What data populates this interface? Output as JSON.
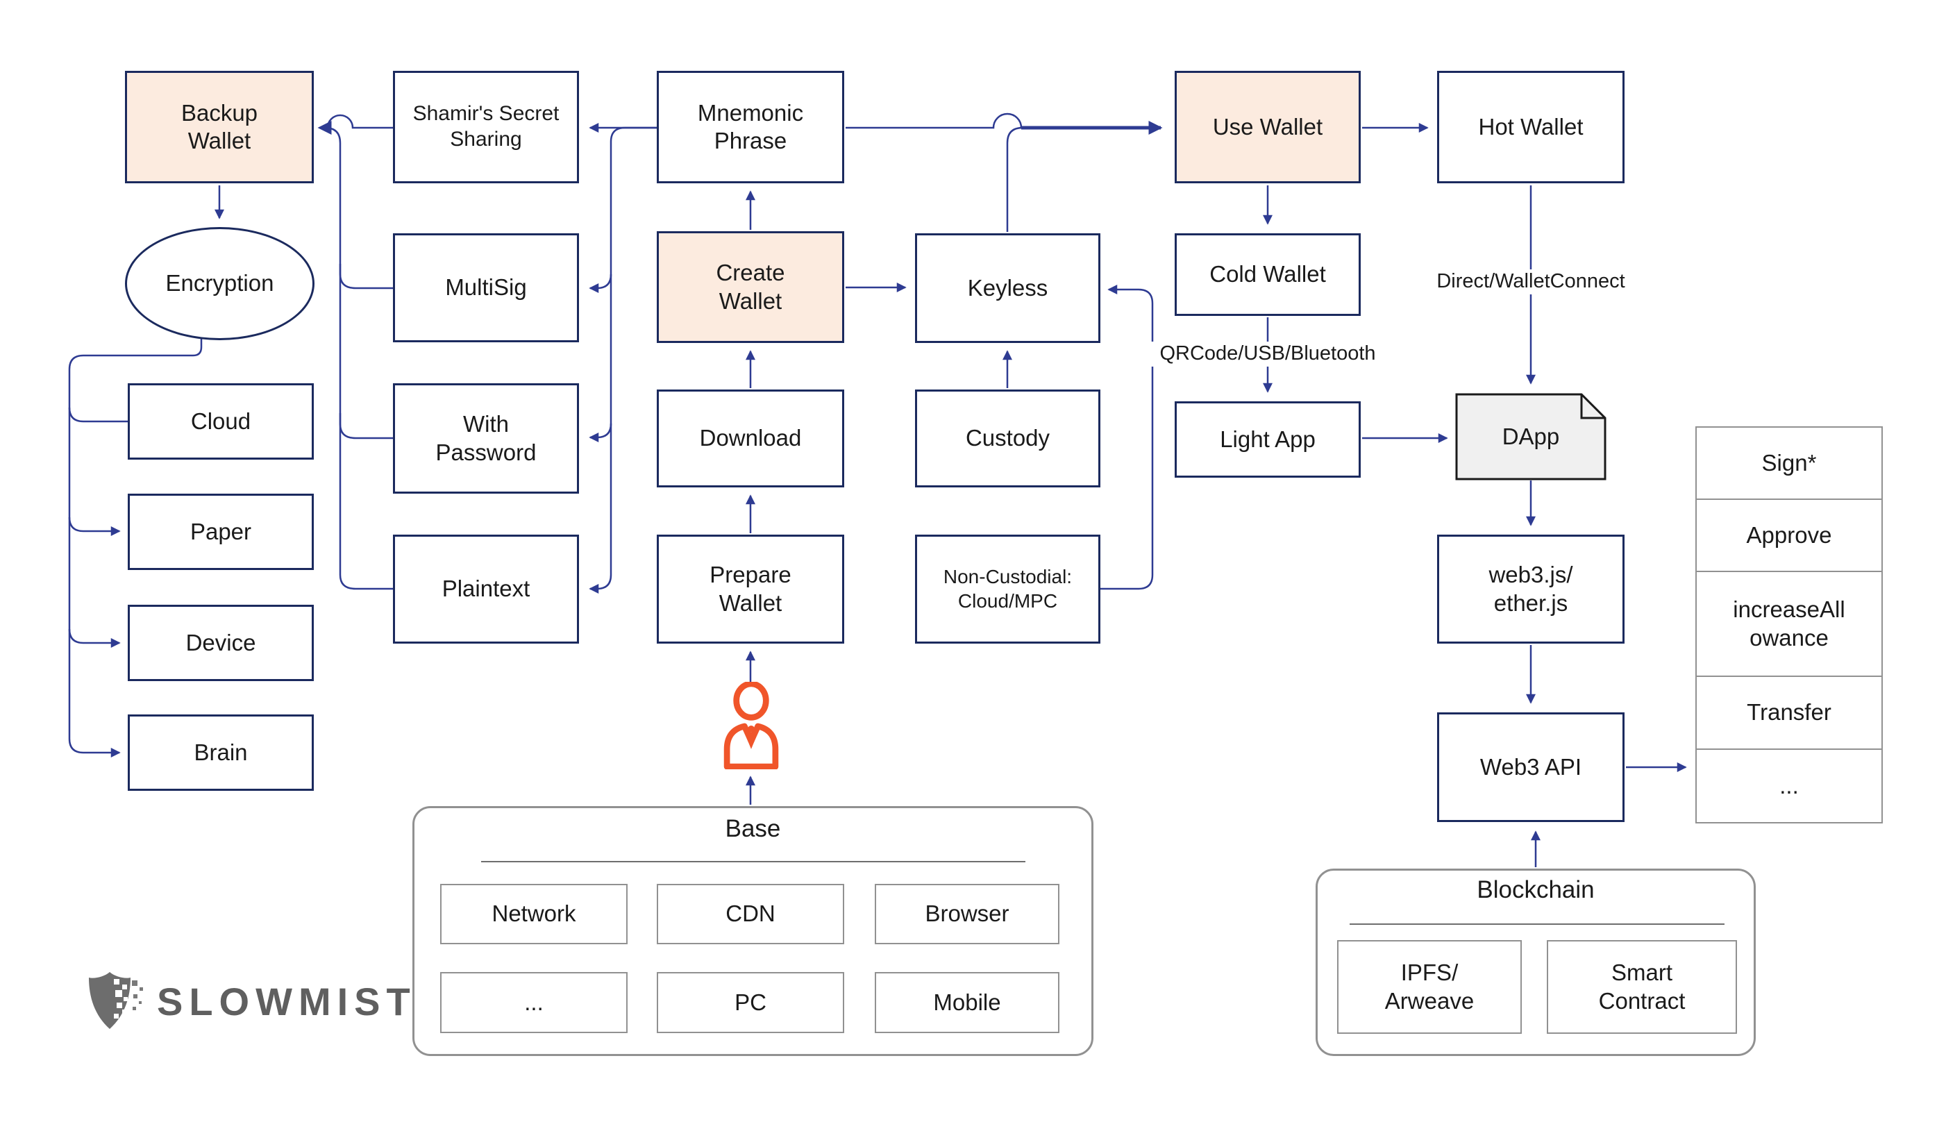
{
  "diagram": {
    "nodes": {
      "backup_wallet": {
        "label": "Backup\nWallet"
      },
      "shamirs_secret_sharing": {
        "label": "Shamir's Secret\nSharing"
      },
      "mnemonic_phrase": {
        "label": "Mnemonic\nPhrase"
      },
      "use_wallet": {
        "label": "Use Wallet"
      },
      "hot_wallet": {
        "label": "Hot Wallet"
      },
      "encryption": {
        "label": "Encryption"
      },
      "multisig": {
        "label": "MultiSig"
      },
      "create_wallet": {
        "label": "Create\nWallet"
      },
      "keyless": {
        "label": "Keyless"
      },
      "cold_wallet": {
        "label": "Cold Wallet"
      },
      "cloud": {
        "label": "Cloud"
      },
      "with_password": {
        "label": "With\nPassword"
      },
      "download": {
        "label": "Download"
      },
      "custody": {
        "label": "Custody"
      },
      "light_app": {
        "label": "Light App"
      },
      "dapp": {
        "label": "DApp"
      },
      "paper": {
        "label": "Paper"
      },
      "plaintext": {
        "label": "Plaintext"
      },
      "prepare_wallet": {
        "label": "Prepare\nWallet"
      },
      "non_custodial": {
        "label": "Non-Custodial:\nCloud/MPC"
      },
      "web3js": {
        "label": "web3.js/\nether.js"
      },
      "device": {
        "label": "Device"
      },
      "web3_api": {
        "label": "Web3 API"
      },
      "brain": {
        "label": "Brain"
      }
    },
    "edge_labels": {
      "direct_walletconnect": "Direct/WalletConnect",
      "qrcode_usb_bluetooth": "QRCode/USB/Bluetooth"
    },
    "base_group": {
      "title": "Base",
      "items": [
        "Network",
        "CDN",
        "Browser",
        "...",
        "PC",
        "Mobile"
      ]
    },
    "blockchain_group": {
      "title": "Blockchain",
      "items": [
        "IPFS/\nArweave",
        "Smart\nContract"
      ]
    },
    "action_list": {
      "rows": [
        "Sign*",
        "Approve",
        "increaseAll\nowance",
        "Transfer",
        "..."
      ]
    },
    "logo": {
      "text": "SLOWMIST"
    },
    "colors": {
      "edge_navy": "#2e3b92",
      "node_border_navy": "#1b2a5e",
      "highlight_peach": "#fcebdf",
      "note_gray": "#f0f0f0",
      "gray_border": "#919191",
      "person_orange": "#f0552a",
      "logo_gray": "#5f5f5f"
    }
  }
}
